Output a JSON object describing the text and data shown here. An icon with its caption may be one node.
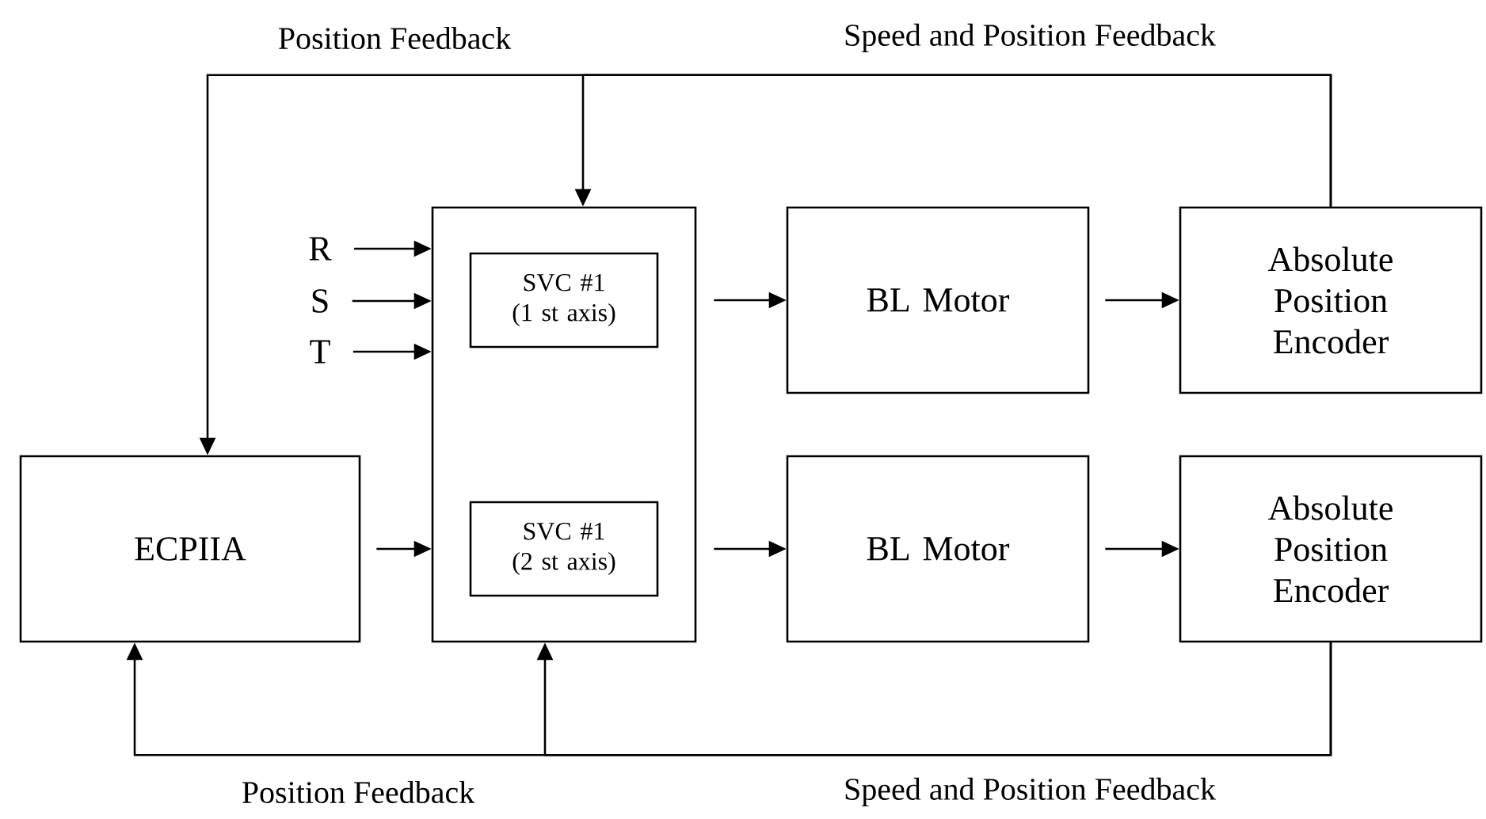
{
  "diagram": {
    "nodes": [
      {
        "text": [],
        "shape": "box"
      },
      {
        "text": [
          "SVC #1 (1 st axis)"
        ],
        "in": 0
      },
      {
        "text": [
          "SVC #1 (2 st axis)"
        ],
        "in": 0
      },
      {
        "text": [
          "BL Motor"
        ]
      },
      {
        "text": [
          "Absolute Position Encoder"
        ]
      },
      {
        "text": [
          "ECPIIA"
        ]
      },
      {
        "text": [
          "BL Motor"
        ]
      },
      {
        "text": [
          "Absolute Position Encoder"
        ]
      },
      {
        "text": [
          "R"
        ]
      },
      {
        "text": [
          "S"
        ]
      },
      {
        "text": [
          "T"
        ]
      }
    ],
    "edges": [
      {
        "from": 8,
        "to": 0,
        "arrow": "to"
      },
      {
        "from": 9,
        "to": 0,
        "arrow": "to"
      },
      {
        "from": 10,
        "to": 0,
        "arrow": "to"
      },
      {
        "from": 1,
        "to": 3,
        "arrow": "to"
      },
      {
        "from": 3,
        "to": 4,
        "arrow": "to"
      },
      {
        "from": 5,
        "to": 0,
        "arrow": "to"
      },
      {
        "from": 2,
        "to": 6,
        "arrow": "to"
      },
      {
        "from": 6,
        "to": 7,
        "arrow": "to"
      },
      {
        "from": 4,
        "to": 5,
        "arrow": "to"
      },
      {
        "from": 4,
        "to": 0,
        "arrow": "to"
      },
      {
        "from": 7,
        "to": 5,
        "arrow": "to"
      },
      {
        "from": 7,
        "to": 0,
        "arrow": "to"
      }
    ],
    "labels": [
      "Position Feedback",
      "Speed and Position Feedback",
      "Position Feedback",
      "Speed and Position Feedback"
    ]
  }
}
